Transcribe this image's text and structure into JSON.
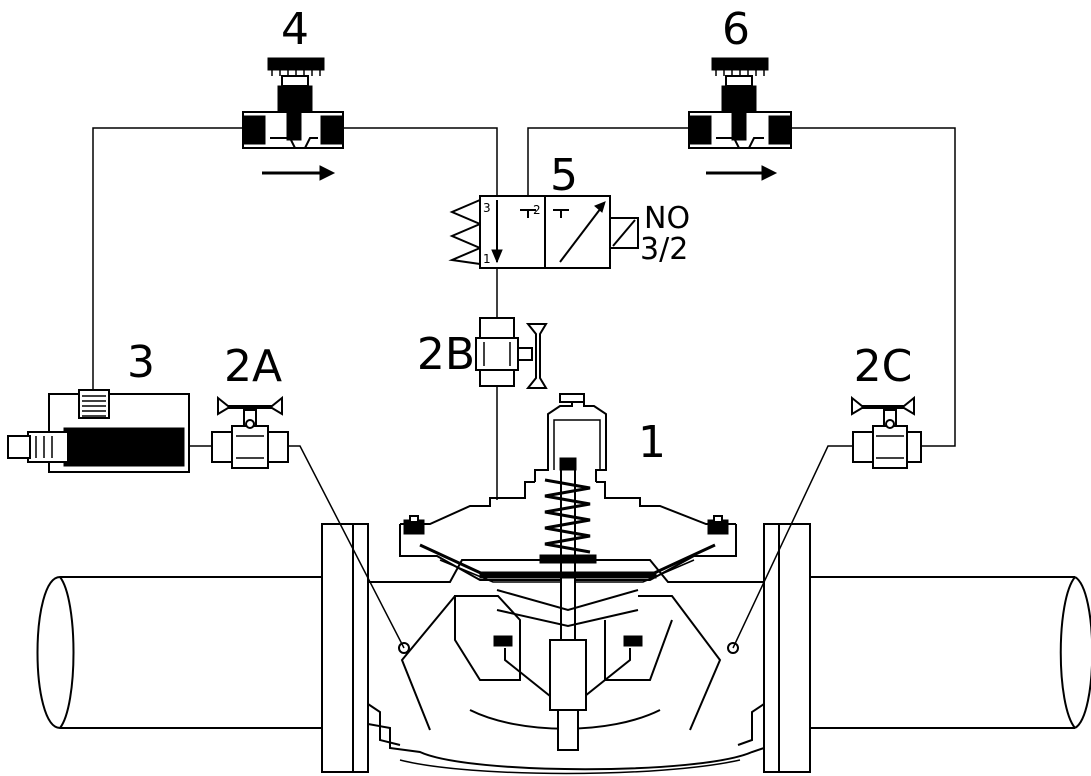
{
  "diagram": {
    "labels": {
      "main_valve": "1",
      "ball_valve_inlet": "2A",
      "ball_valve_middle": "2B",
      "ball_valve_outlet": "2C",
      "strainer": "3",
      "needle_valve_inlet": "4",
      "solenoid_valve": "5",
      "needle_valve_outlet": "6"
    },
    "solenoid": {
      "mode": "NO",
      "ways": "3/2",
      "port_1": "1",
      "port_2": "2",
      "port_3": "3"
    }
  }
}
